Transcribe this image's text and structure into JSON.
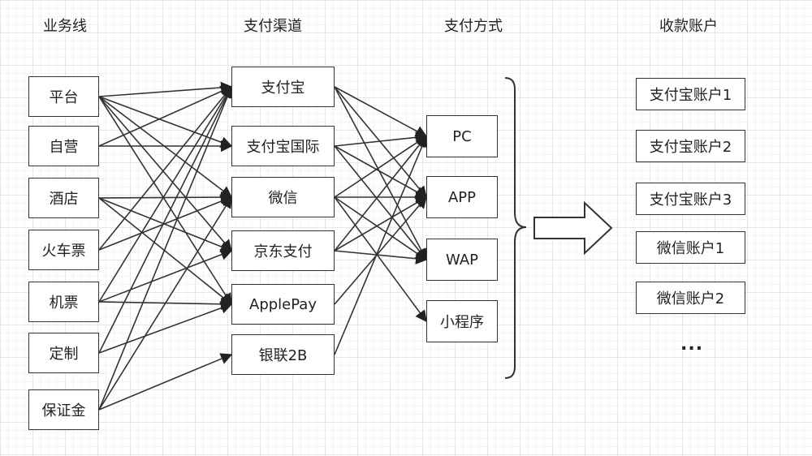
{
  "headers": {
    "business": "业务线",
    "channel": "支付渠道",
    "method": "支付方式",
    "account": "收款账户"
  },
  "business_lines": [
    "平台",
    "自营",
    "酒店",
    "火车票",
    "机票",
    "定制",
    "保证金"
  ],
  "channels": [
    "支付宝",
    "支付宝国际",
    "微信",
    "京东支付",
    "ApplePay",
    "银联2B"
  ],
  "methods": [
    "PC",
    "APP",
    "WAP",
    "小程序"
  ],
  "accounts": [
    "支付宝账户1",
    "支付宝账户2",
    "支付宝账户3",
    "微信账户1",
    "微信账户2"
  ],
  "accounts_more": "...",
  "edges_business_to_channel": [
    [
      "平台",
      "支付宝"
    ],
    [
      "平台",
      "支付宝国际"
    ],
    [
      "平台",
      "微信"
    ],
    [
      "平台",
      "京东支付"
    ],
    [
      "平台",
      "ApplePay"
    ],
    [
      "自营",
      "支付宝"
    ],
    [
      "自营",
      "支付宝国际"
    ],
    [
      "酒店",
      "微信"
    ],
    [
      "酒店",
      "京东支付"
    ],
    [
      "酒店",
      "ApplePay"
    ],
    [
      "火车票",
      "支付宝"
    ],
    [
      "火车票",
      "微信"
    ],
    [
      "机票",
      "支付宝"
    ],
    [
      "机票",
      "京东支付"
    ],
    [
      "机票",
      "ApplePay"
    ],
    [
      "定制",
      "支付宝"
    ],
    [
      "定制",
      "ApplePay"
    ],
    [
      "保证金",
      "支付宝"
    ],
    [
      "保证金",
      "微信"
    ],
    [
      "保证金",
      "银联2B"
    ]
  ],
  "edges_channel_to_method": [
    [
      "支付宝",
      "PC"
    ],
    [
      "支付宝",
      "APP"
    ],
    [
      "支付宝",
      "WAP"
    ],
    [
      "支付宝国际",
      "PC"
    ],
    [
      "支付宝国际",
      "APP"
    ],
    [
      "支付宝国际",
      "WAP"
    ],
    [
      "微信",
      "PC"
    ],
    [
      "微信",
      "APP"
    ],
    [
      "微信",
      "WAP"
    ],
    [
      "微信",
      "小程序"
    ],
    [
      "京东支付",
      "PC"
    ],
    [
      "京东支付",
      "APP"
    ],
    [
      "京东支付",
      "WAP"
    ],
    [
      "ApplePay",
      "APP"
    ],
    [
      "银联2B",
      "PC"
    ]
  ]
}
